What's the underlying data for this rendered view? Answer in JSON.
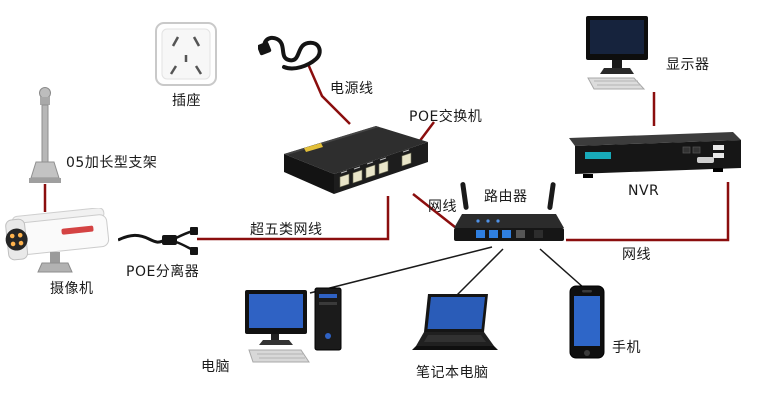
{
  "labels": {
    "socket": "插座",
    "power_cord": "电源线",
    "poe_switch": "POE交换机",
    "bracket": "05加长型支架",
    "camera": "摄像机",
    "poe_splitter": "POE分离器",
    "cat5e_cable": "超五类网线",
    "cable_switch_router": "网线",
    "router": "路由器",
    "monitor": "显示器",
    "nvr": "NVR",
    "cable_router_nvr": "网线",
    "desktop": "电脑",
    "laptop": "笔记本电脑",
    "phone": "手机"
  },
  "colors": {
    "connection_line": "#8b0e0e",
    "secondary_line": "#1a1a1a",
    "background": "#ffffff"
  }
}
